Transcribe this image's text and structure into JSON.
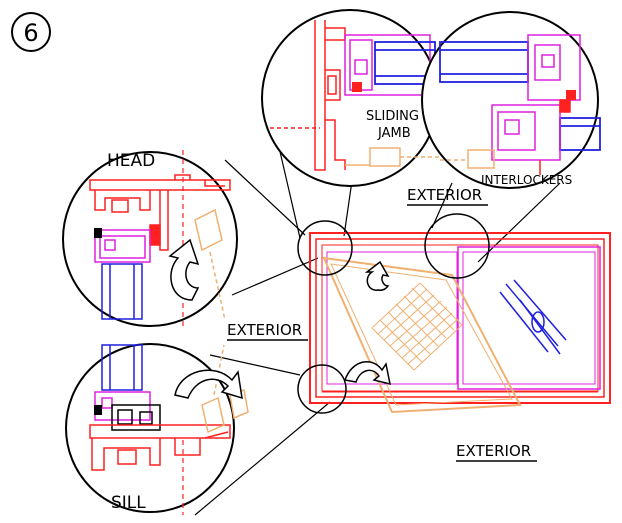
{
  "step_number": "6",
  "labels": {
    "head": "HEAD",
    "sill": "SILL",
    "sliding": "SLIDING",
    "jamb": "JAMB",
    "interlockers": "INTERLOCKERS",
    "exterior_top": "EXTERIOR",
    "exterior_left": "EXTERIOR",
    "exterior_bottom": "EXTERIOR"
  },
  "colors": {
    "frame": "#ff2020",
    "sash": "#e020e0",
    "glass": "#2020e0",
    "screen": "#f0b070",
    "line": "#000000"
  }
}
